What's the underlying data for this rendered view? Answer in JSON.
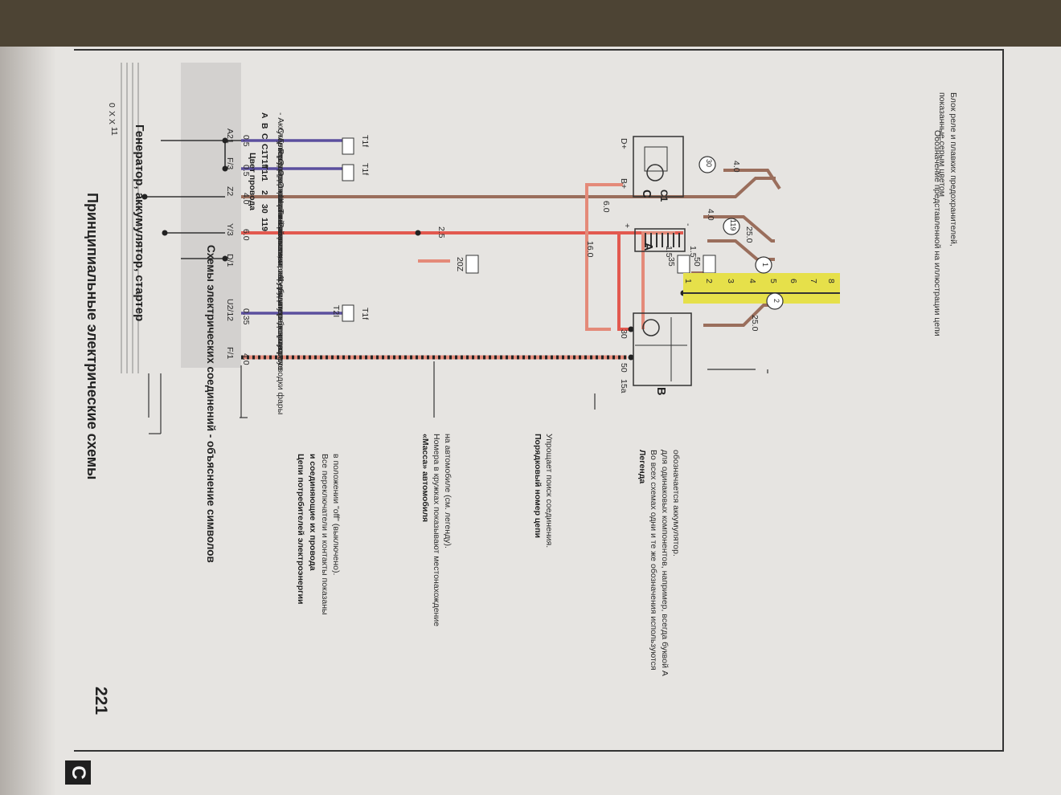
{
  "page": {
    "header_title": "Принципиальные электрические схемы",
    "page_number": "221",
    "section_tab": "C"
  },
  "diagram": {
    "title": "Генератор, аккумулятор, стартер",
    "scale_labels": [
      "0",
      "X",
      "X",
      "11"
    ],
    "wire_labels": [
      "A21",
      "0.5",
      "F/3",
      "0.5",
      "Z2",
      "4.0",
      "Y/3",
      "6.0",
      "D/1",
      "U2/12",
      "0.35",
      "F/1",
      "4.0"
    ],
    "connector_refs": [
      "T1f",
      "T1f",
      "T1f"
    ],
    "box_refs": [
      "20Z",
      "2.5",
      "T2I",
      "50",
      "35",
      "1.5",
      "1.5",
      "16.0",
      "6.0",
      "25.0",
      "25.0",
      "4.0",
      "4.0"
    ],
    "terminal_labels": [
      "D+",
      "B+",
      "30",
      "50",
      "15a",
      "+",
      "-"
    ],
    "component_letters": [
      "A",
      "B",
      "C",
      "C1"
    ],
    "ground_circles": [
      "30",
      "119",
      "1",
      "2"
    ],
    "circuit_numbers": [
      "1",
      "2",
      "3",
      "4",
      "5",
      "6",
      "7",
      "8"
    ],
    "colors": {
      "page_bg": "#e6e4e1",
      "relay_block": "#d3d1cf",
      "bus_yellow": "#e6e04a",
      "wire_violet": "#5b4f9e",
      "wire_brown": "#9a6e5c",
      "wire_red": "#e2594f",
      "wire_pink": "#e48a79",
      "wire_black": "#222222"
    }
  },
  "annotations": {
    "a1": "Обозначение представленной на иллюстрации цепи",
    "a2_line1": "Блок реле и плавких предохранителей,",
    "a2_line2": "показанные серым цветом",
    "a3": "Цвет провода",
    "a4_title1": "Цепи потребителей электроэнергии",
    "a4_title2": "и соединяющие их провода",
    "a4_line1": "Все переключатели и контакты показаны",
    "a4_line2": "в положении \"off\" (выключено).",
    "a5_title": "«Масса» автомобиля",
    "a5_line1": "Номера в кружках показывают местонахождение",
    "a5_line2": "на автомобиле (см. легенду).",
    "a6_title": "Порядковый номер цепи",
    "a6_line1": "Упрощает поиск соединения.",
    "a7_title": "Легенда",
    "a7_line1": "Во всех схемах одни и те же обозначения используются",
    "a7_line2": "для одинаковых компонентов, например, всегда буквой А",
    "a7_line3": "обозначается аккумулятор."
  },
  "legend": [
    {
      "key": "A",
      "text": "- Аккумулятор"
    },
    {
      "key": "B",
      "text": "- Стартер"
    },
    {
      "key": "C",
      "text": "- Генератор"
    },
    {
      "key": "C1",
      "text": "- Регулятор напряжения"
    },
    {
      "key": "T1f",
      "text": "- Одноконтактный разъем, отсек двигателя, справа"
    },
    {
      "key": "T1r",
      "text": "- Одноконтактный разъем"
    },
    {
      "key": "1",
      "text": "- Отрицательная шина, аккумулятор - корпус"
    },
    {
      "key": "2",
      "text": "- Шина заземления, коробка передач - корпус"
    },
    {
      "key": "30",
      "text": "- Точка «массы» - 1 - рядом с блоком реле"
    },
    {
      "key": "119",
      "text": "- Заземление - 1 -, в жгуте электропроводки фары"
    }
  ],
  "bottom_caption": "Схемы электрических соединений - объяснение символов"
}
